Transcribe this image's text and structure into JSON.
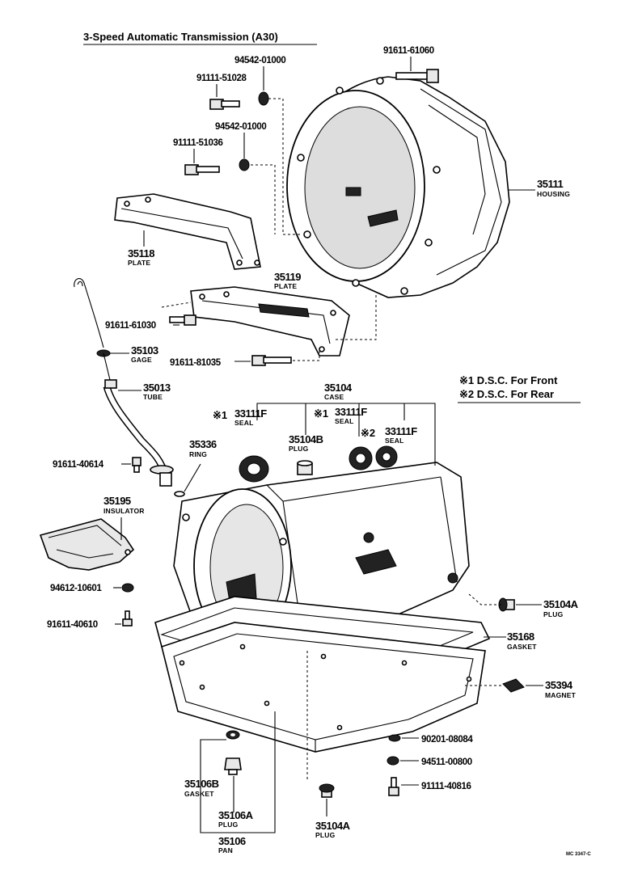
{
  "title": "3-Speed Automatic Transmission (A30)",
  "legend": {
    "line1": "※1  D.S.C. For Front",
    "line2": "※2  D.S.C. For Rear"
  },
  "footer_code": "MC 3347-C",
  "marks": {
    "m1": "※1",
    "m2": "※2"
  },
  "labels": {
    "p_94542_a": "94542-01000",
    "p_91111_51028": "91111-51028",
    "p_94542_b": "94542-01000",
    "p_91111_51036": "91111-51036",
    "p_91611_61060": "91611-61060",
    "n_35111": "35111",
    "t_35111": "HOUSING",
    "n_35118": "35118",
    "t_35118": "PLATE",
    "n_35119": "35119",
    "t_35119": "PLATE",
    "p_91611_61030": "91611-61030",
    "n_35103": "35103",
    "t_35103": "GAGE",
    "p_91611_81035": "91611-81035",
    "n_35013": "35013",
    "t_35013": "TUBE",
    "n_35104": "35104",
    "t_35104": "CASE",
    "n_33111F_a": "33111F",
    "t_33111F_a": "SEAL",
    "n_35104B": "35104B",
    "t_35104B": "PLUG",
    "n_33111F_b": "33111F",
    "t_33111F_b": "SEAL",
    "n_33111F_c": "33111F",
    "t_33111F_c": "SEAL",
    "n_35336": "35336",
    "t_35336": "RING",
    "p_91611_40614": "91611-40614",
    "n_35195": "35195",
    "t_35195": "INSULATOR",
    "p_94612_10601": "94612-10601",
    "p_91611_40610": "91611-40610",
    "n_35104A_a": "35104A",
    "t_35104A_a": "PLUG",
    "n_35168": "35168",
    "t_35168": "GASKET",
    "n_35394": "35394",
    "t_35394": "MAGNET",
    "p_90201_08084": "90201-08084",
    "p_94511_00800": "94511-00800",
    "p_91111_40816": "91111-40816",
    "n_35106B": "35106B",
    "t_35106B": "GASKET",
    "n_35106A": "35106A",
    "t_35106A": "PLUG",
    "n_35106": "35106",
    "t_35106": "PAN",
    "n_35104A_b": "35104A",
    "t_35104A_b": "PLUG"
  }
}
